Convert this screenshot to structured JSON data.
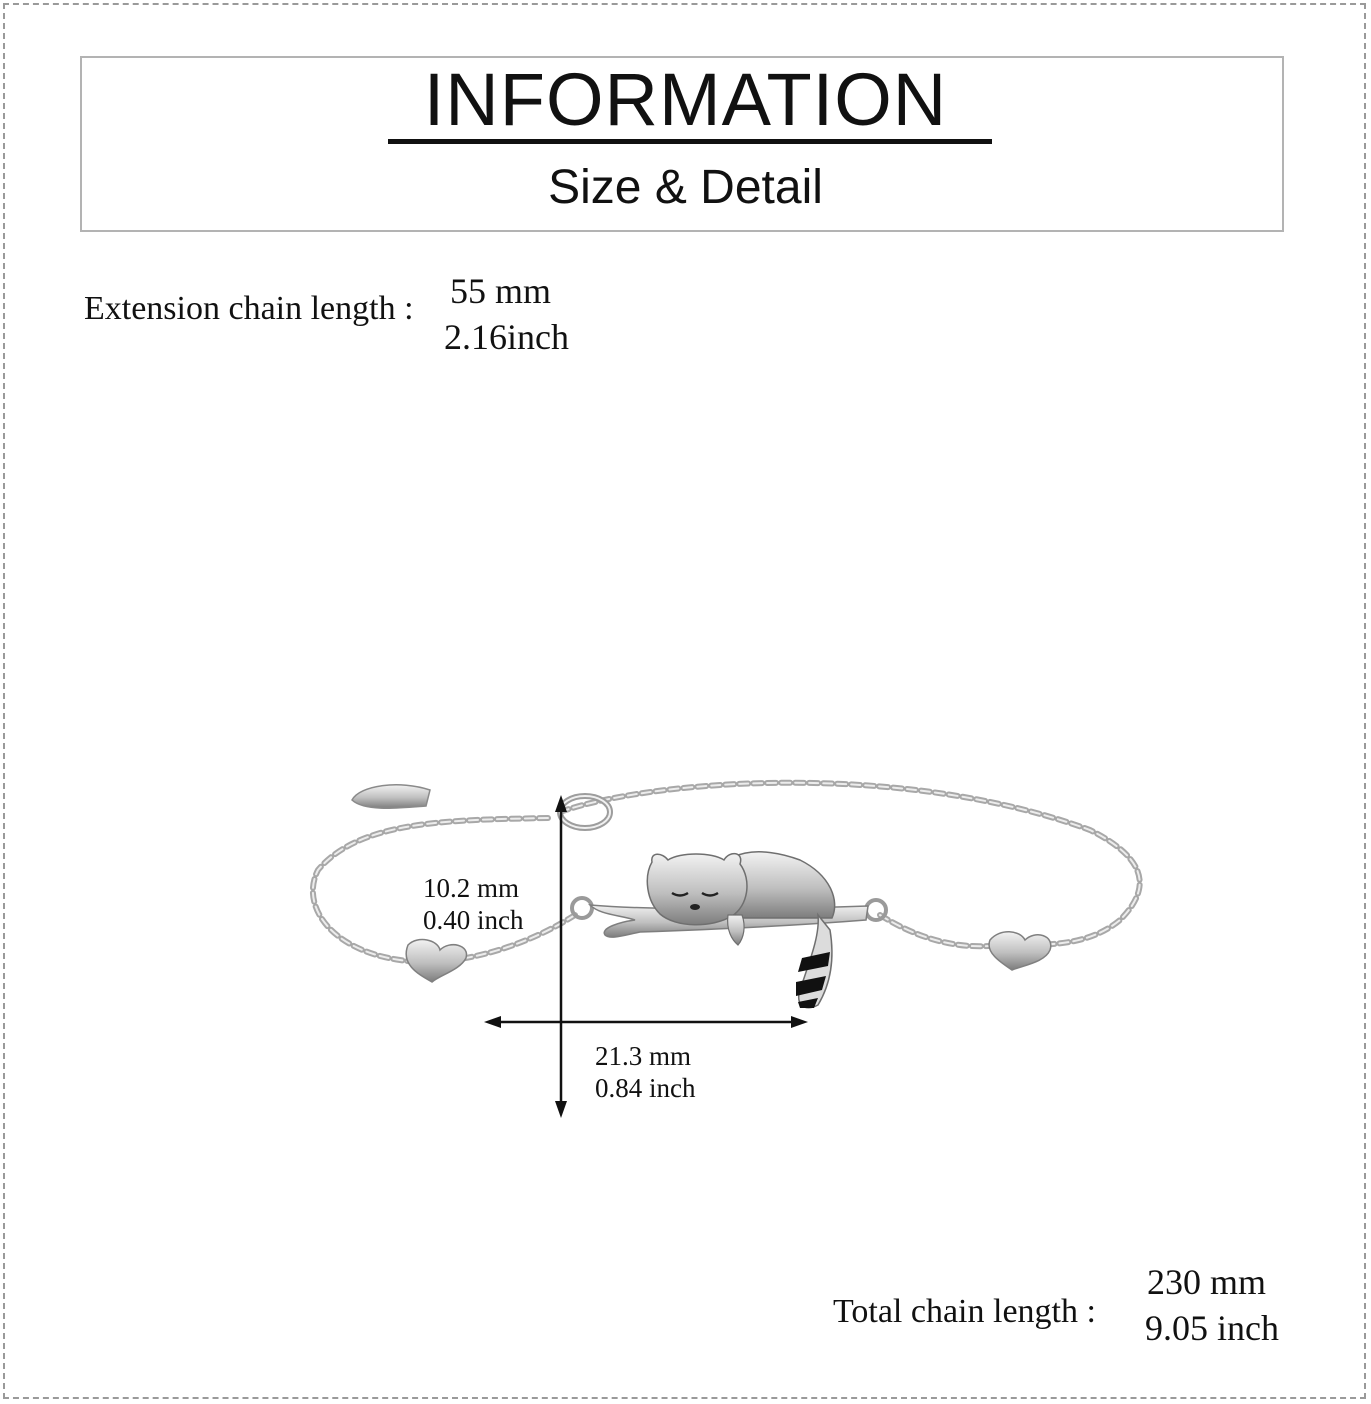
{
  "header": {
    "title": "INFORMATION",
    "subtitle": "Size & Detail"
  },
  "extension_chain": {
    "label": "Extension chain length :",
    "mm": "55 mm",
    "inch": "2.16inch"
  },
  "pendant": {
    "height_mm": "10.2 mm",
    "height_inch": "0.40 inch",
    "width_mm": "21.3 mm",
    "width_inch": "0.84 inch"
  },
  "total_chain": {
    "label": "Total chain length :",
    "mm": "230 mm",
    "inch": "9.05 inch"
  },
  "colors": {
    "text": "#111111",
    "border": "#b3b3b3",
    "silver": "#bdbdbd",
    "enamel_black": "#111111"
  }
}
